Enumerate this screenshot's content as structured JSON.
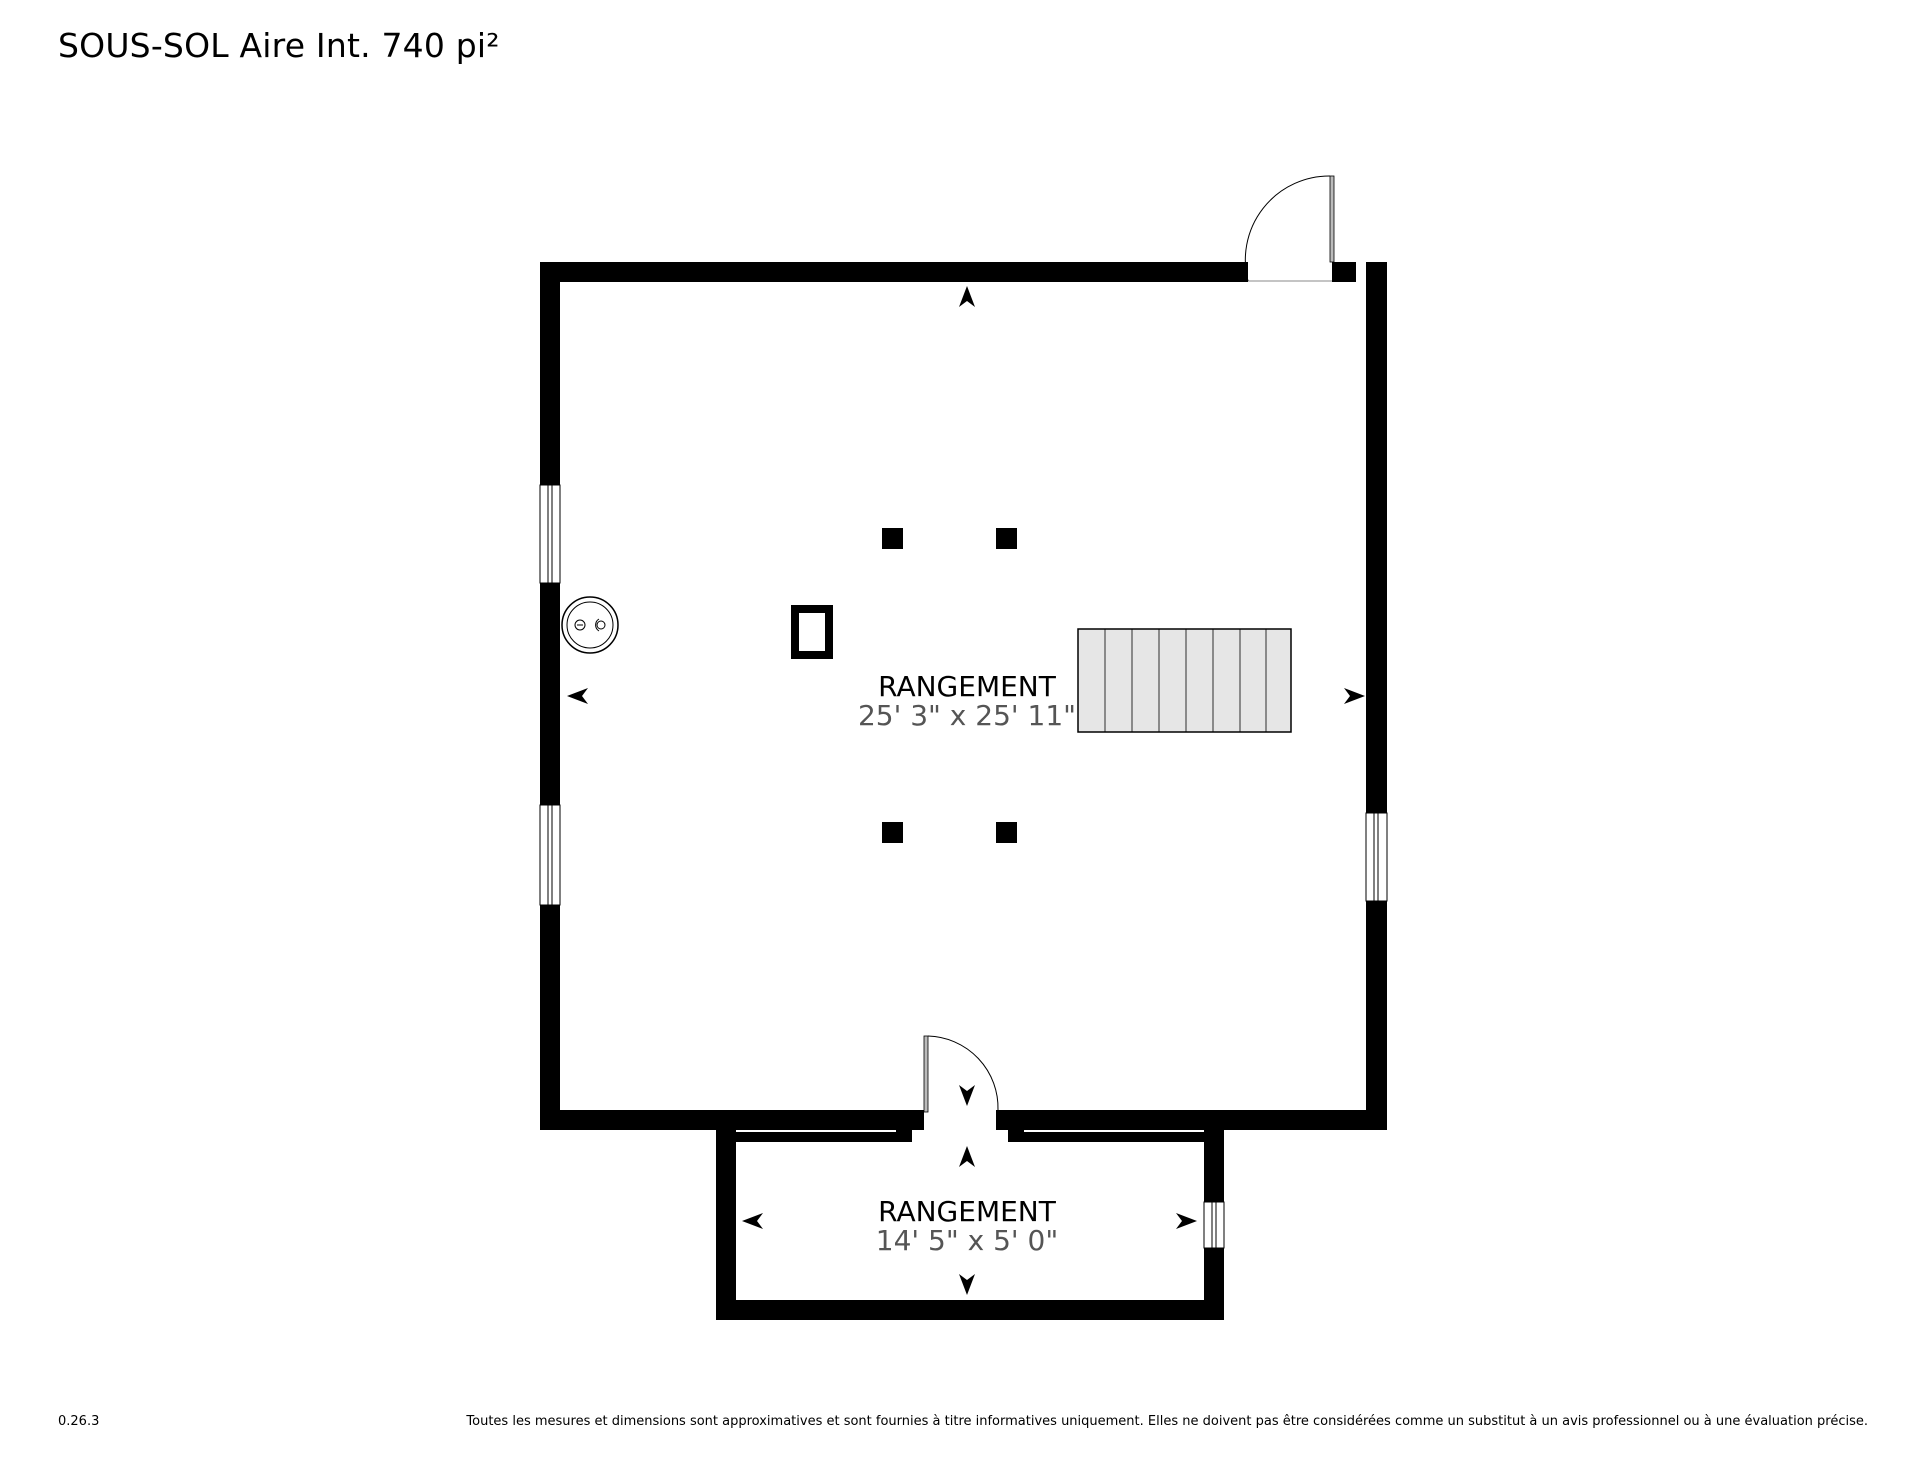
{
  "header": {
    "title": "SOUS-SOL Aire Int. 740 pi²"
  },
  "rooms": [
    {
      "name": "RANGEMENT",
      "dimensions": "25' 3\" x 25' 11\""
    },
    {
      "name": "RANGEMENT",
      "dimensions": "14' 5\" x 5' 0\""
    }
  ],
  "footer": {
    "version": "0.26.3",
    "disclaimer": "Toutes les mesures et dimensions sont approximatives et sont fournies à titre informatives uniquement. Elles ne doivent pas être considérées comme un substitut à un avis professionnel ou à une évaluation précise."
  },
  "colors": {
    "wall": "#000000",
    "stairs_fill": "#e6e6e6",
    "dimension_text": "#555555",
    "background": "#ffffff"
  },
  "icons": [
    "window-icon",
    "door-icon",
    "stairs-icon",
    "column-icon",
    "chimney-icon",
    "water-heater-icon",
    "direction-arrow-icon"
  ]
}
